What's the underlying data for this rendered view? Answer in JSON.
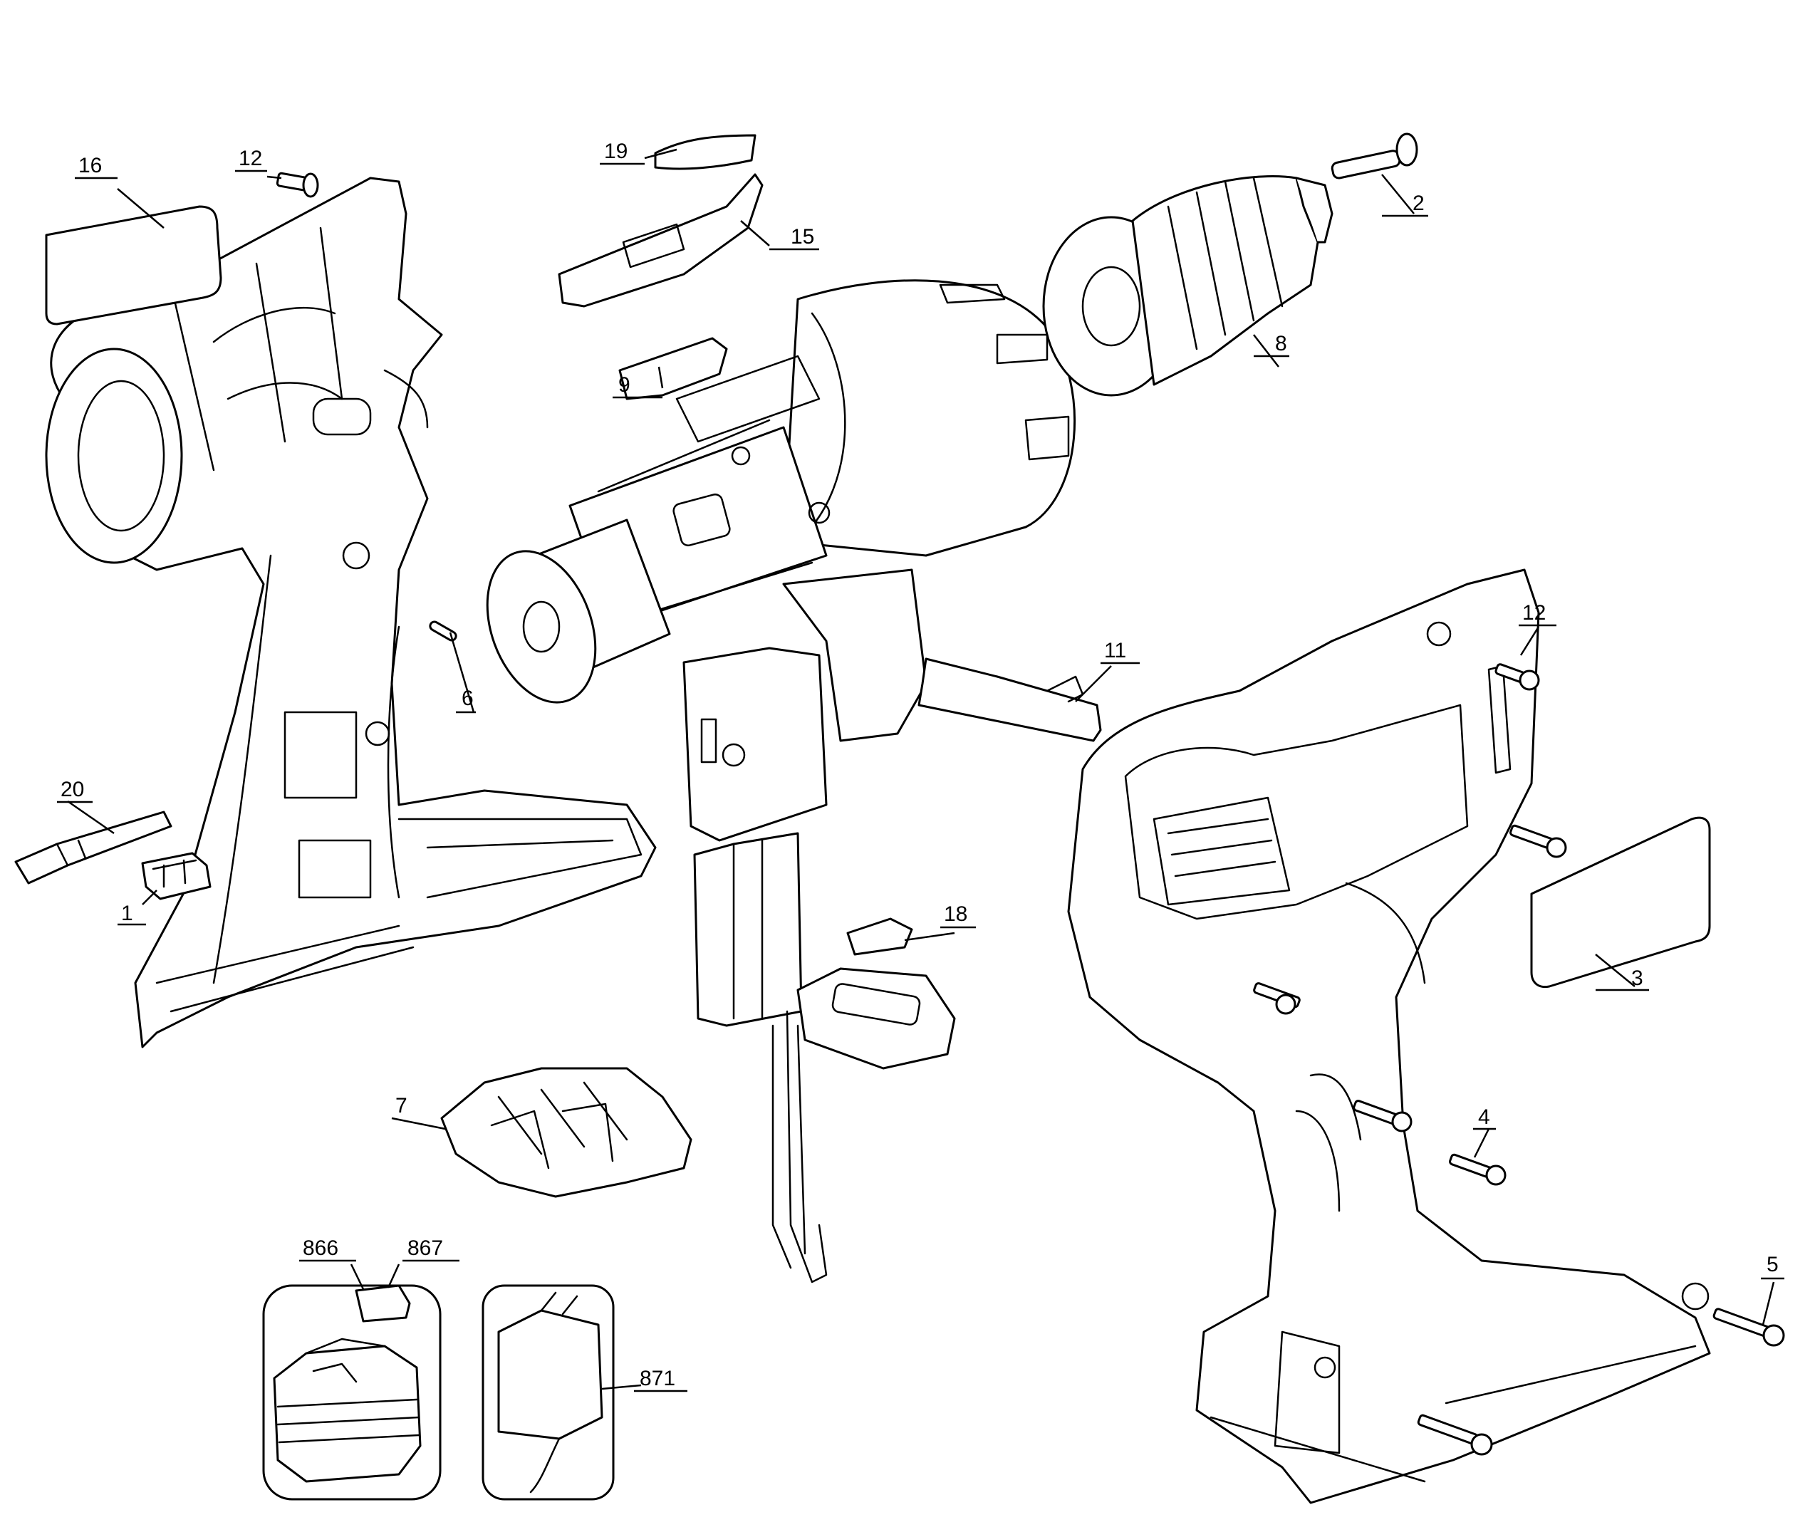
{
  "diagram": {
    "part_labels": {
      "p1": "1",
      "p2": "2",
      "p3": "3",
      "p4": "4",
      "p5": "5",
      "p6": "6",
      "p7": "7",
      "p8": "8",
      "p9": "9",
      "p11": "11",
      "p12a": "12",
      "p12b": "12",
      "p15": "15",
      "p16": "16",
      "p18": "18",
      "p19": "19",
      "p20": "20",
      "p866": "866",
      "p867": "867",
      "p871": "871"
    }
  }
}
